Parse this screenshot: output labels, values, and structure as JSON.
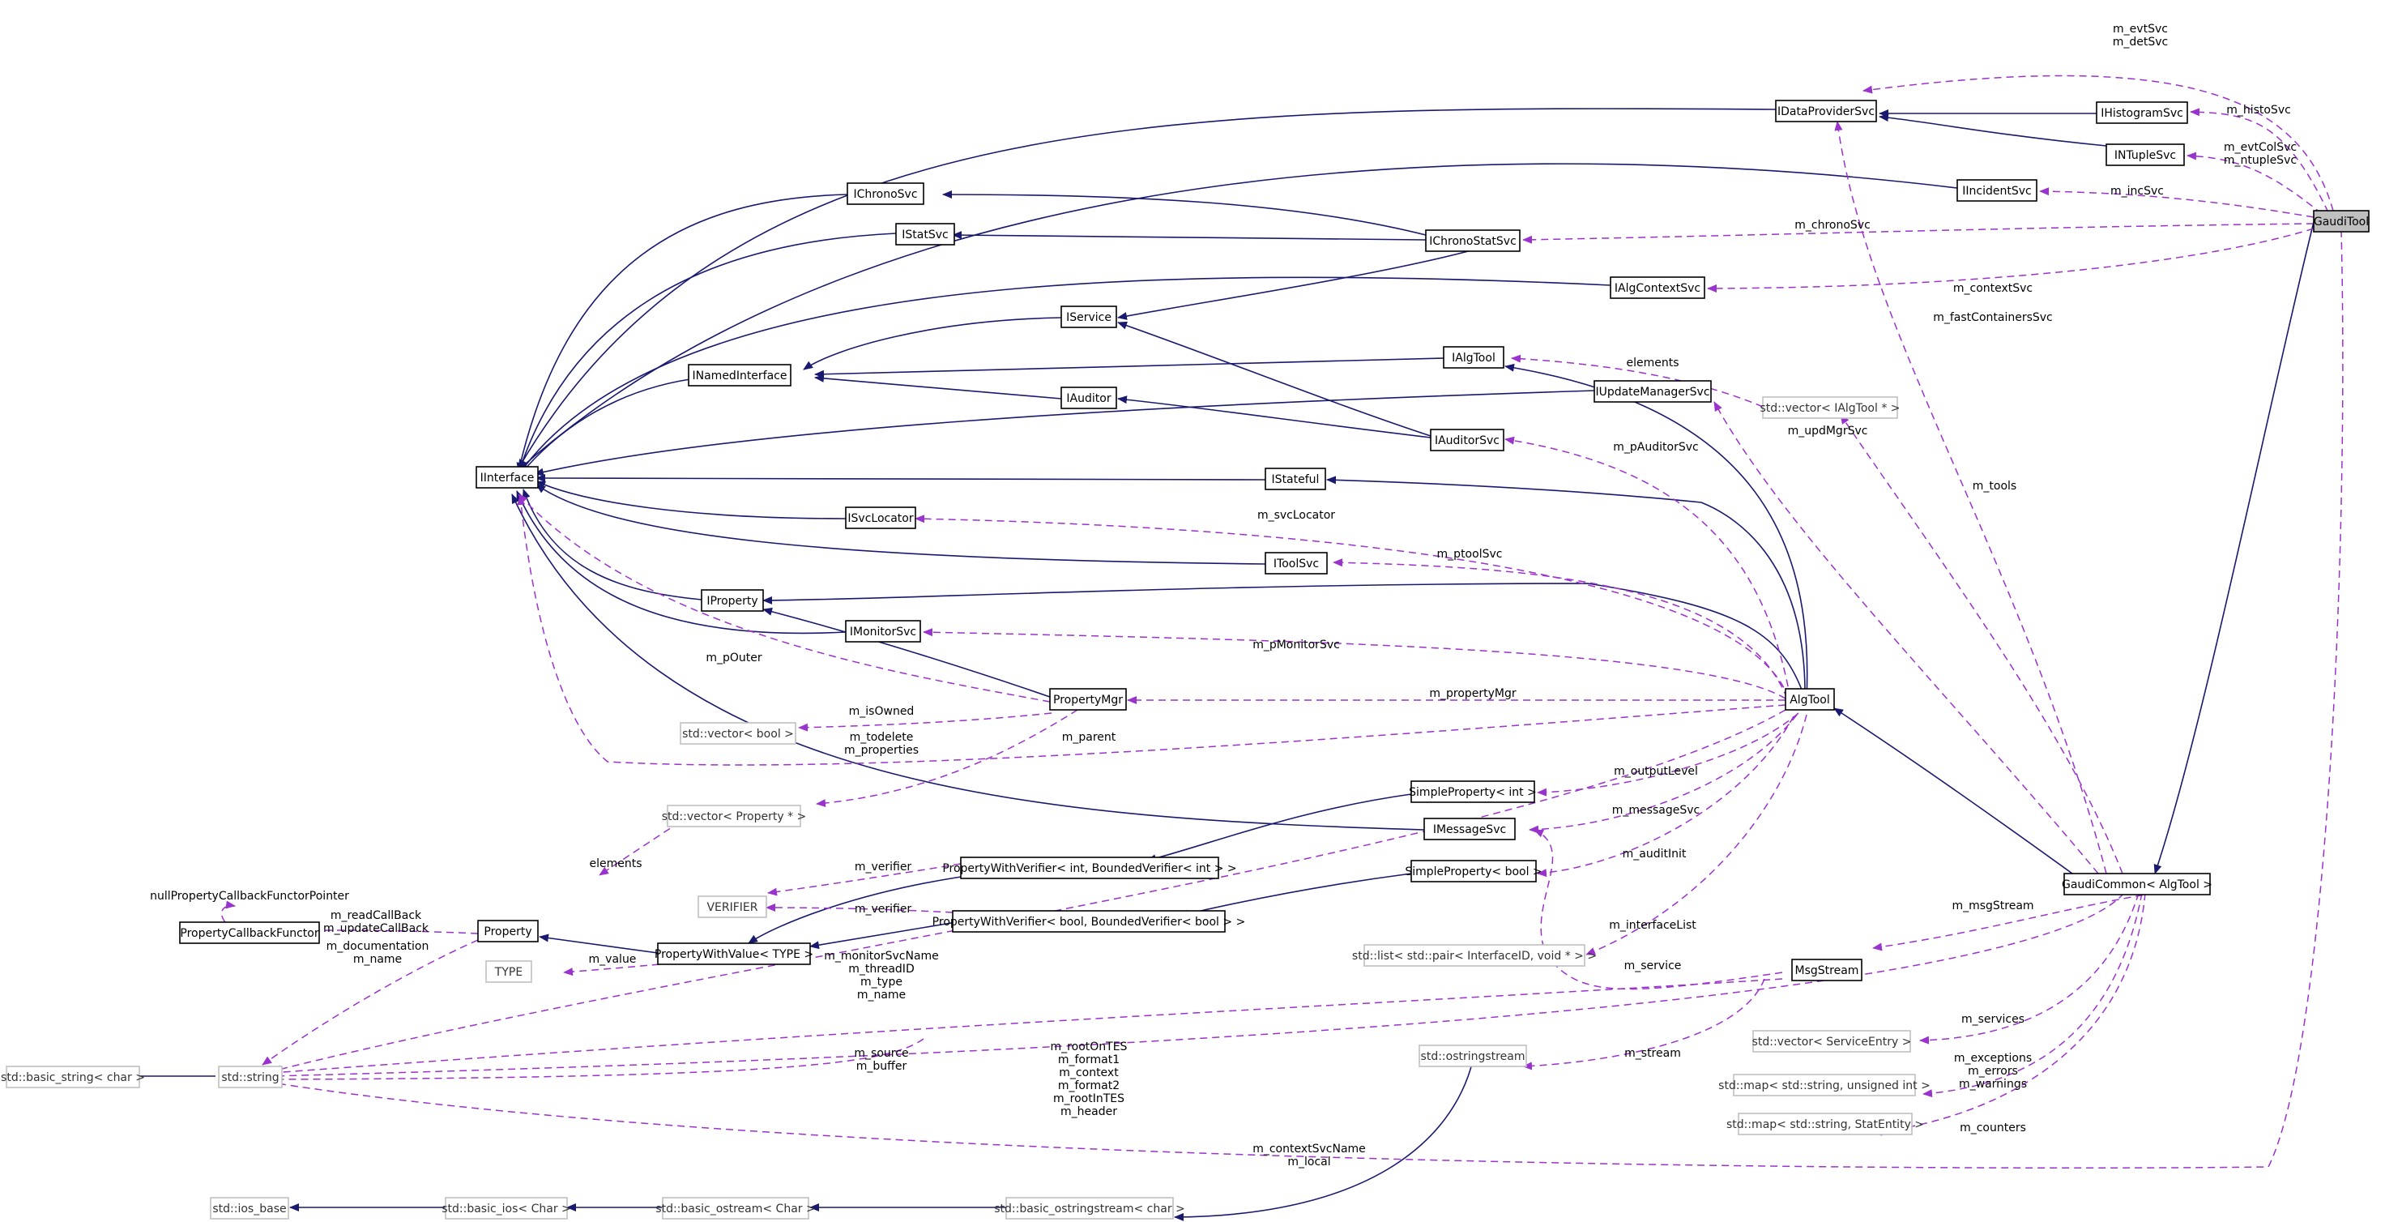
{
  "nodes": {
    "GaudiTool": "GaudiTool",
    "IDataProviderSvc": "IDataProviderSvc",
    "IHistogramSvc": "IHistogramSvc",
    "INTupleSvc": "INTupleSvc",
    "IIncidentSvc": "IIncidentSvc",
    "IChronoSvc": "IChronoSvc",
    "IStatSvc": "IStatSvc",
    "IChronoStatSvc": "IChronoStatSvc",
    "IAlgContextSvc": "IAlgContextSvc",
    "IService": "IService",
    "IAlgTool": "IAlgTool",
    "INamedInterface": "INamedInterface",
    "IUpdateManagerSvc": "IUpdateManagerSvc",
    "vectorIAlgTool": "std::vector< IAlgTool * >",
    "IAuditor": "IAuditor",
    "IAuditorSvc": "IAuditorSvc",
    "IInterface": "IInterface",
    "IStateful": "IStateful",
    "ISvcLocator": "ISvcLocator",
    "IToolSvc": "IToolSvc",
    "IProperty": "IProperty",
    "IMonitorSvc": "IMonitorSvc",
    "PropertyMgr": "PropertyMgr",
    "AlgTool": "AlgTool",
    "vectorBool": "std::vector< bool >",
    "SimplePropertyInt": "SimpleProperty< int >",
    "vectorProperty": "std::vector< Property * >",
    "IMessageSvc": "IMessageSvc",
    "PWVInt": "PropertyWithVerifier< int, BoundedVerifier< int > >",
    "SimplePropertyBool": "SimpleProperty< bool >",
    "VERIFIER": "VERIFIER",
    "GaudiCommon": "GaudiCommon< AlgTool >",
    "nullPropCbPtr": "nullPropertyCallbackFunctorPointer",
    "PropertyCallbackFunctor": "PropertyCallbackFunctor",
    "Property": "Property",
    "PWVBool": "PropertyWithVerifier< bool, BoundedVerifier< bool > >",
    "TYPE": "TYPE",
    "PWVType": "PropertyWithValue< TYPE >",
    "listPair": "std::list< std::pair< InterfaceID, void * > >",
    "MsgStream": "MsgStream",
    "ostringstream": "std::ostringstream",
    "vectorServiceEntry": "std::vector< ServiceEntry >",
    "basicStringChar": "std::basic_string< char >",
    "stdString": "std::string",
    "mapStringUInt": "std::map< std::string, unsigned int >",
    "mapStringStatEntity": "std::map< std::string, StatEntity >",
    "iosBase": "std::ios_base",
    "basicIosChar": "std::basic_ios< Char >",
    "basicOstreamChar": "std::basic_ostream< Char >",
    "basicOstringstreamChar": "std::basic_ostringstream< char >"
  },
  "labels": {
    "evtSvc": "m_evtSvc",
    "detSvc": "m_detSvc",
    "histoSvc": "m_histoSvc",
    "evtColSvc": "m_evtColSvc",
    "ntupleSvc": "m_ntupleSvc",
    "incSvc": "m_incSvc",
    "chronoSvc": "m_chronoSvc",
    "contextSvc": "m_contextSvc",
    "fastContainersSvc": "m_fastContainersSvc",
    "elements1": "elements",
    "updMgrSvc": "m_updMgrSvc",
    "tools": "m_tools",
    "pAuditorSvc": "m_pAuditorSvc",
    "svcLocator": "m_svcLocator",
    "ptoolSvc": "m_ptoolSvc",
    "pMonitorSvc": "m_pMonitorSvc",
    "pOuter": "m_pOuter",
    "isOwned": "m_isOwned",
    "propertyMgr": "m_propertyMgr",
    "todelete": "m_todelete",
    "properties": "m_properties",
    "parent": "m_parent",
    "outputLevel": "m_outputLevel",
    "messageSvc": "m_messageSvc",
    "elements2": "elements",
    "verifier1": "m_verifier",
    "auditInit": "m_auditInit",
    "msgStream": "m_msgStream",
    "verifier2": "m_verifier",
    "readCallBack": "m_readCallBack",
    "updateCallBack": "m_updateCallBack",
    "documentation": "m_documentation",
    "name1": "m_name",
    "value": "m_value",
    "interfaceList": "m_interfaceList",
    "monitorSvcName": "m_monitorSvcName",
    "threadID": "m_threadID",
    "type": "m_type",
    "name2": "m_name",
    "service": "m_service",
    "rootOnTES": "m_rootOnTES",
    "format1": "m_format1",
    "context": "m_context",
    "format2": "m_format2",
    "rootInTES": "m_rootInTES",
    "header": "m_header",
    "source": "m_source",
    "buffer": "m_buffer",
    "stream": "m_stream",
    "services": "m_services",
    "exceptions": "m_exceptions",
    "errors": "m_errors",
    "warnings": "m_warnings",
    "counters": "m_counters",
    "contextSvcName": "m_contextSvcName",
    "local": "m_local"
  },
  "colors": {
    "inheritance": "#191970",
    "usage": "#9a32cd",
    "focus_fill": "#bfbfbf",
    "external_border": "#bfbfbf"
  }
}
